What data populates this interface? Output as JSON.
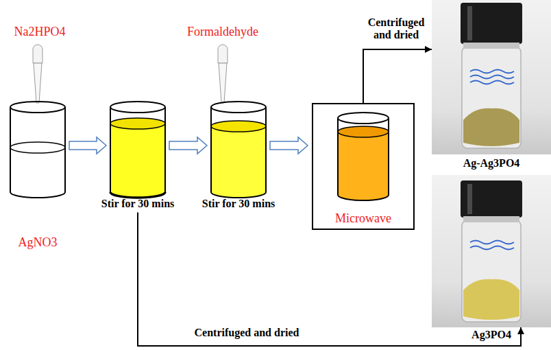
{
  "diagram": {
    "nodes": [
      {
        "text": [
          "AgNO3"
        ]
      },
      {
        "text": [
          "Stir for 30 mins"
        ]
      },
      {
        "text": [
          "Stir for 30 mins"
        ]
      },
      {
        "text": [
          "Microwave"
        ]
      },
      {
        "text": [
          "Ag-Ag3PO4"
        ]
      },
      {
        "text": [
          "Ag3PO4"
        ]
      }
    ],
    "edges": [
      {
        "from": 0,
        "to": 1,
        "arrow": "to"
      },
      {
        "from": 1,
        "to": 2,
        "arrow": "to"
      },
      {
        "from": 2,
        "to": 3,
        "arrow": "to"
      },
      {
        "from": 3,
        "to": 4,
        "label": "Centrifuged and dried",
        "arrow": "to"
      },
      {
        "from": 1,
        "to": 5,
        "label": "Centrifuged and dried",
        "arrow": "to"
      }
    ],
    "labels": [
      "Na2HPO4",
      "Formaldehyde"
    ]
  }
}
